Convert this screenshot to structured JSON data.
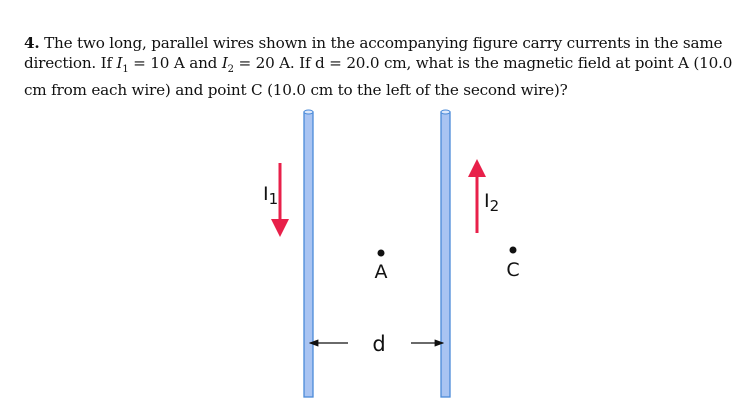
{
  "problem": {
    "number": "4.",
    "text_1": " The two long, parallel wires shown in the accompanying figure carry currents in the same direction. If ",
    "i1_symbol": "I",
    "i1_sub": "1",
    "text_2": " = 10 A and ",
    "i2_symbol": "I",
    "i2_sub": "2",
    "text_3": " = 20 A. If d = 20.0 cm, what is the magnetic field at point A (10.0 cm from each wire) and point C (10.0 cm to the left of the second wire)?"
  },
  "figure": {
    "current_1_label": "I",
    "current_1_sub": "1",
    "current_2_label": "I",
    "current_2_sub": "2",
    "point_a_label": "A",
    "point_c_label": "C",
    "distance_label": "d",
    "colors": {
      "wire": "#a9c4f2",
      "wire_edge": "#4a8ad8",
      "arrow": "#e8204a"
    }
  }
}
